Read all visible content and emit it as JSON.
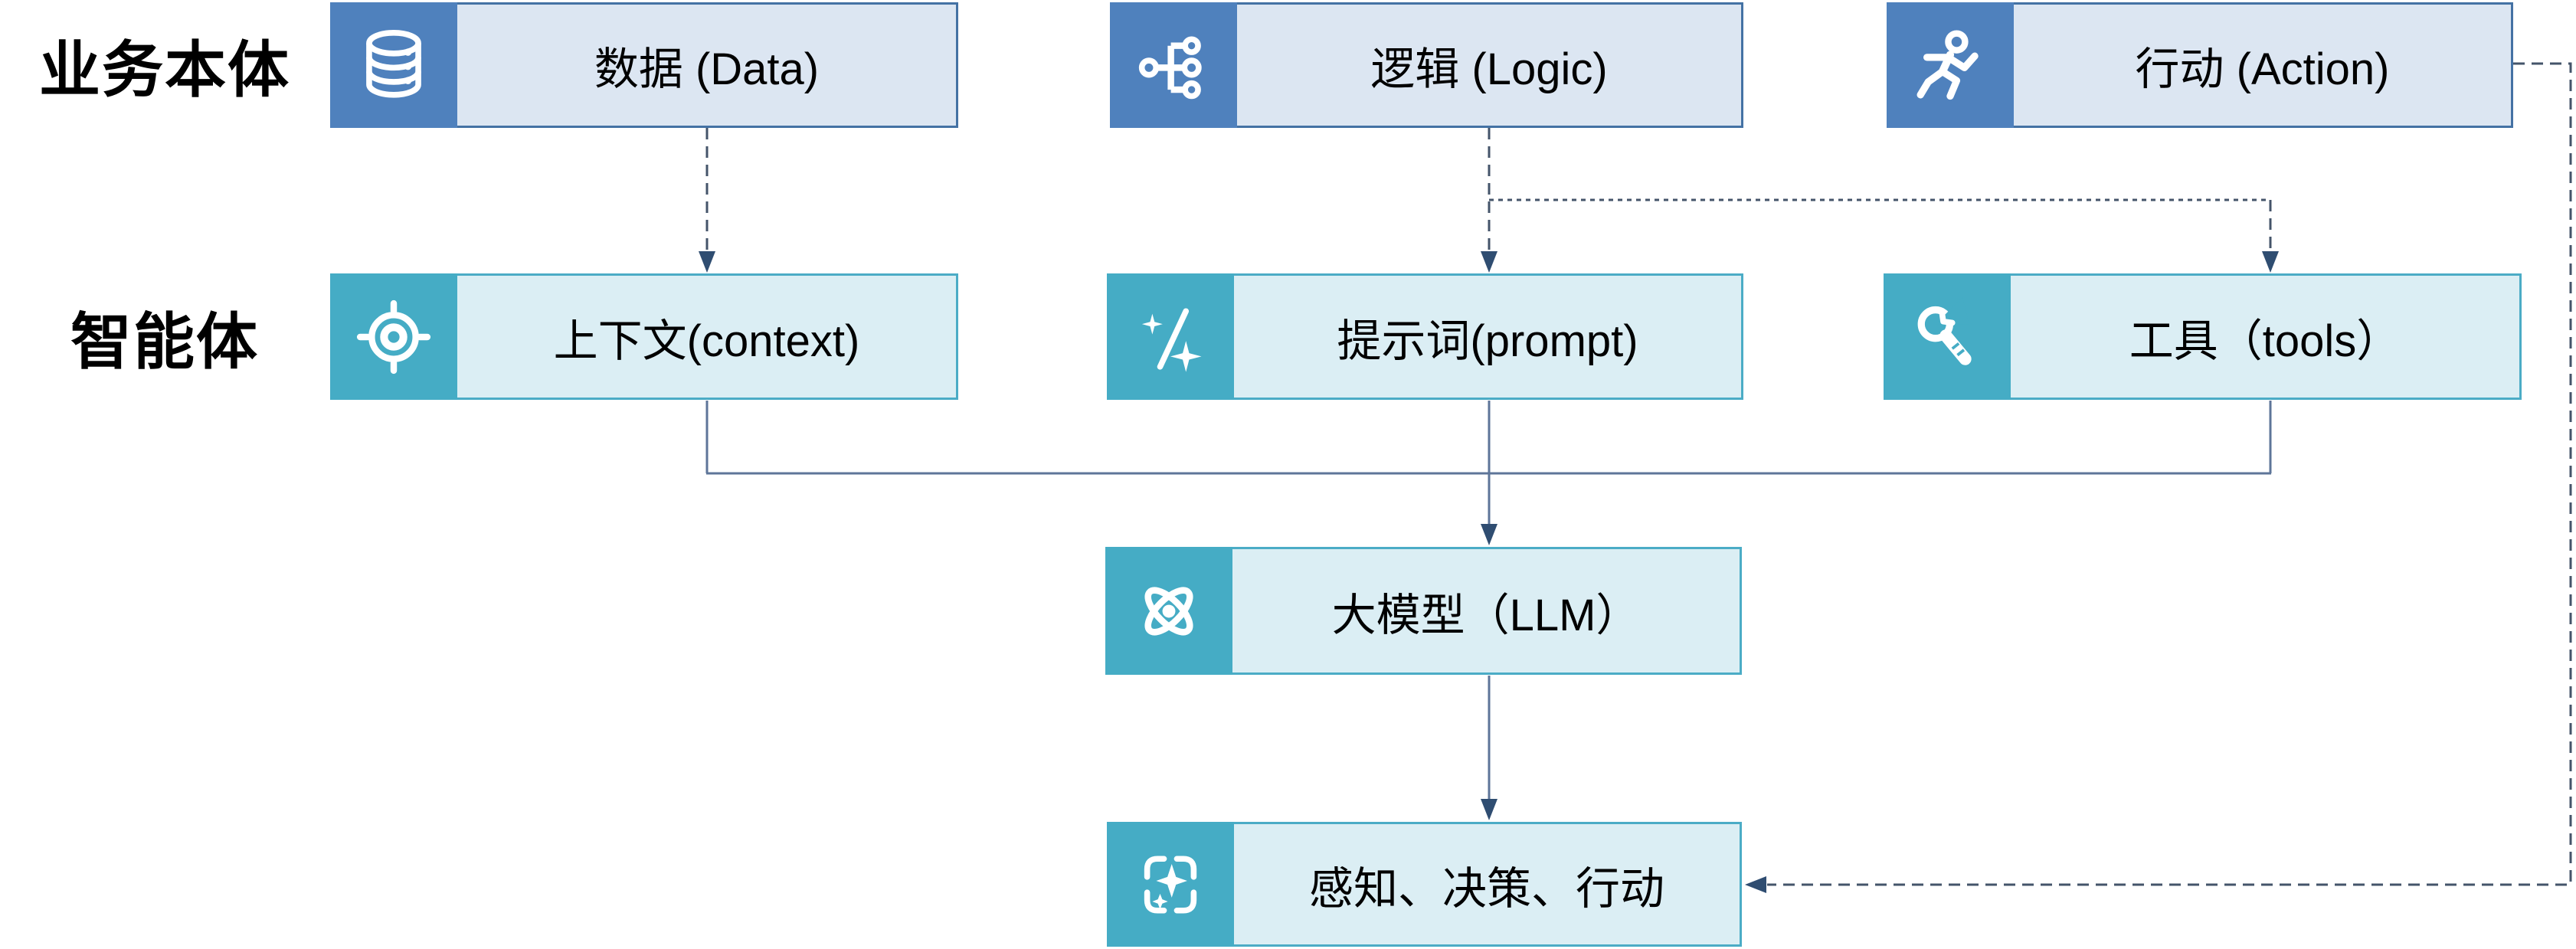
{
  "diagram": {
    "row_labels": {
      "business": "业务本体",
      "agent": "智能体"
    },
    "nodes": {
      "data": {
        "label": "数据 (Data)",
        "icon": "database-icon"
      },
      "logic": {
        "label": "逻辑 (Logic)",
        "icon": "flow-tree-icon"
      },
      "action": {
        "label": "行动 (Action)",
        "icon": "runner-icon"
      },
      "context": {
        "label": "上下文(context)",
        "icon": "target-icon"
      },
      "prompt": {
        "label": "提示词(prompt)",
        "icon": "magic-wand-icon"
      },
      "tools": {
        "label": "工具（tools）",
        "icon": "wrench-icon"
      },
      "llm": {
        "label": "大模型（LLM）",
        "icon": "atom-icon"
      },
      "perception": {
        "label": "感知、决策、行动",
        "icon": "sparkle-frame-icon"
      }
    },
    "colors": {
      "business_icon_bg": "#4F81BD",
      "business_body_bg": "#DCE6F2",
      "business_border": "#4472A4",
      "agent_icon_bg": "#45ACC5",
      "agent_body_bg": "#DBEEF4",
      "agent_border": "#4BACC6",
      "connector_solid": "#5E7599",
      "connector_dashed": "#44546A",
      "arrowhead": "#2F4D71",
      "text": "#000000",
      "background": "#FFFFFF"
    }
  }
}
